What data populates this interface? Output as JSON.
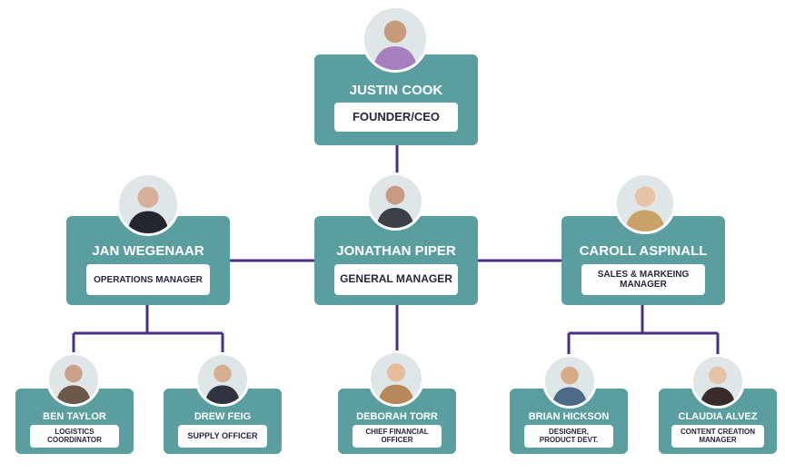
{
  "chart_data": {
    "type": "org-chart",
    "connector_color": "#4b2f84",
    "card_color": "#5b9ea0",
    "nodes": [
      {
        "id": "ceo",
        "name": "JUSTIN COOK",
        "role": "FOUNDER/CEO",
        "reports_to": null,
        "photo": "person-photo-icon"
      },
      {
        "id": "gm",
        "name": "JONATHAN PIPER",
        "role": "GENERAL MANAGER",
        "reports_to": "ceo",
        "photo": "person-photo-icon"
      },
      {
        "id": "ops",
        "name": "JAN WEGENAAR",
        "role": "OPERATIONS MANAGER",
        "reports_to": "gm",
        "photo": "person-photo-icon"
      },
      {
        "id": "sales",
        "name": "CAROLL ASPINALL",
        "role": "SALES & MARKEING\nMANAGER",
        "reports_to": "gm",
        "photo": "person-photo-icon"
      },
      {
        "id": "ben",
        "name": "BEN TAYLOR",
        "role": "LOGISTICS\nCOORDINATOR",
        "reports_to": "ops",
        "photo": "person-photo-icon"
      },
      {
        "id": "drew",
        "name": "DREW FEIG",
        "role": "SUPPLY OFFICER",
        "reports_to": "ops",
        "photo": "person-photo-icon"
      },
      {
        "id": "deborah",
        "name": "DEBORAH TORR",
        "role": "CHIEF FINANCIAL\nOFFICER",
        "reports_to": "gm",
        "photo": "person-photo-icon"
      },
      {
        "id": "brian",
        "name": "BRIAN HICKSON",
        "role": "DESIGNER,\nPRODUCT DEVT.",
        "reports_to": "sales",
        "photo": "person-photo-icon"
      },
      {
        "id": "claudia",
        "name": "CLAUDIA ALVEZ",
        "role": "CONTENT CREATION\nMANAGER",
        "reports_to": "sales",
        "photo": "person-photo-icon"
      }
    ]
  }
}
